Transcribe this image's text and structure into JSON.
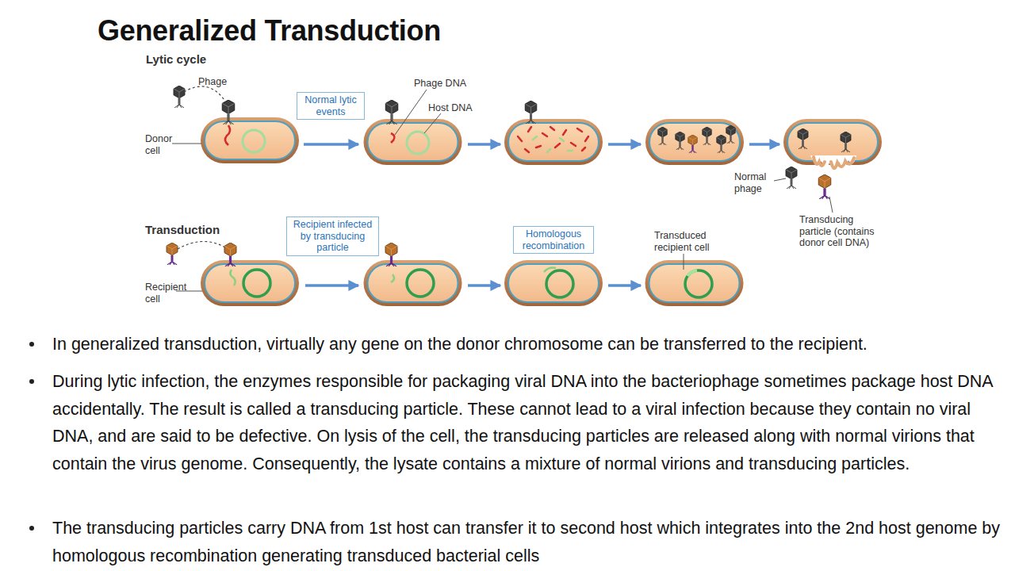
{
  "diagram": {
    "title": "Generalized Transduction",
    "nodes": [
      {
        "text": [
          "Normal lytic events"
        ]
      },
      {
        "text": [
          "Recipient infected by transducing particle"
        ]
      },
      {
        "text": [
          "Homologous recombination"
        ]
      }
    ],
    "labels": [
      "Lytic cycle",
      "Phage",
      "Donor cell",
      "Phage DNA",
      "Host DNA",
      "Normal phage",
      "Transducing particle (contains donor cell DNA)",
      "Transduction",
      "Recipient cell",
      "Transduced recipient cell",
      "In generalized transduction, virtually any gene on the donor chromosome can be transferred to the recipient.",
      "During lytic infection, the enzymes responsible for packaging viral DNA into the bacteriophage sometimes package host DNA accidentally. The result is called a transducing particle. These cannot lead to a viral infection because they contain no viral DNA, and are said to be defective. On lysis of the cell, the transducing particles are released along with normal virions that contain the virus genome. Consequently, the lysate contains a mixture of normal virions and transducing particles.",
      "The transducing particles carry DNA from 1st host can transfer it to second host which integrates into the 2nd host genome by homologous recombination generating transduced bacterial cells"
    ]
  }
}
